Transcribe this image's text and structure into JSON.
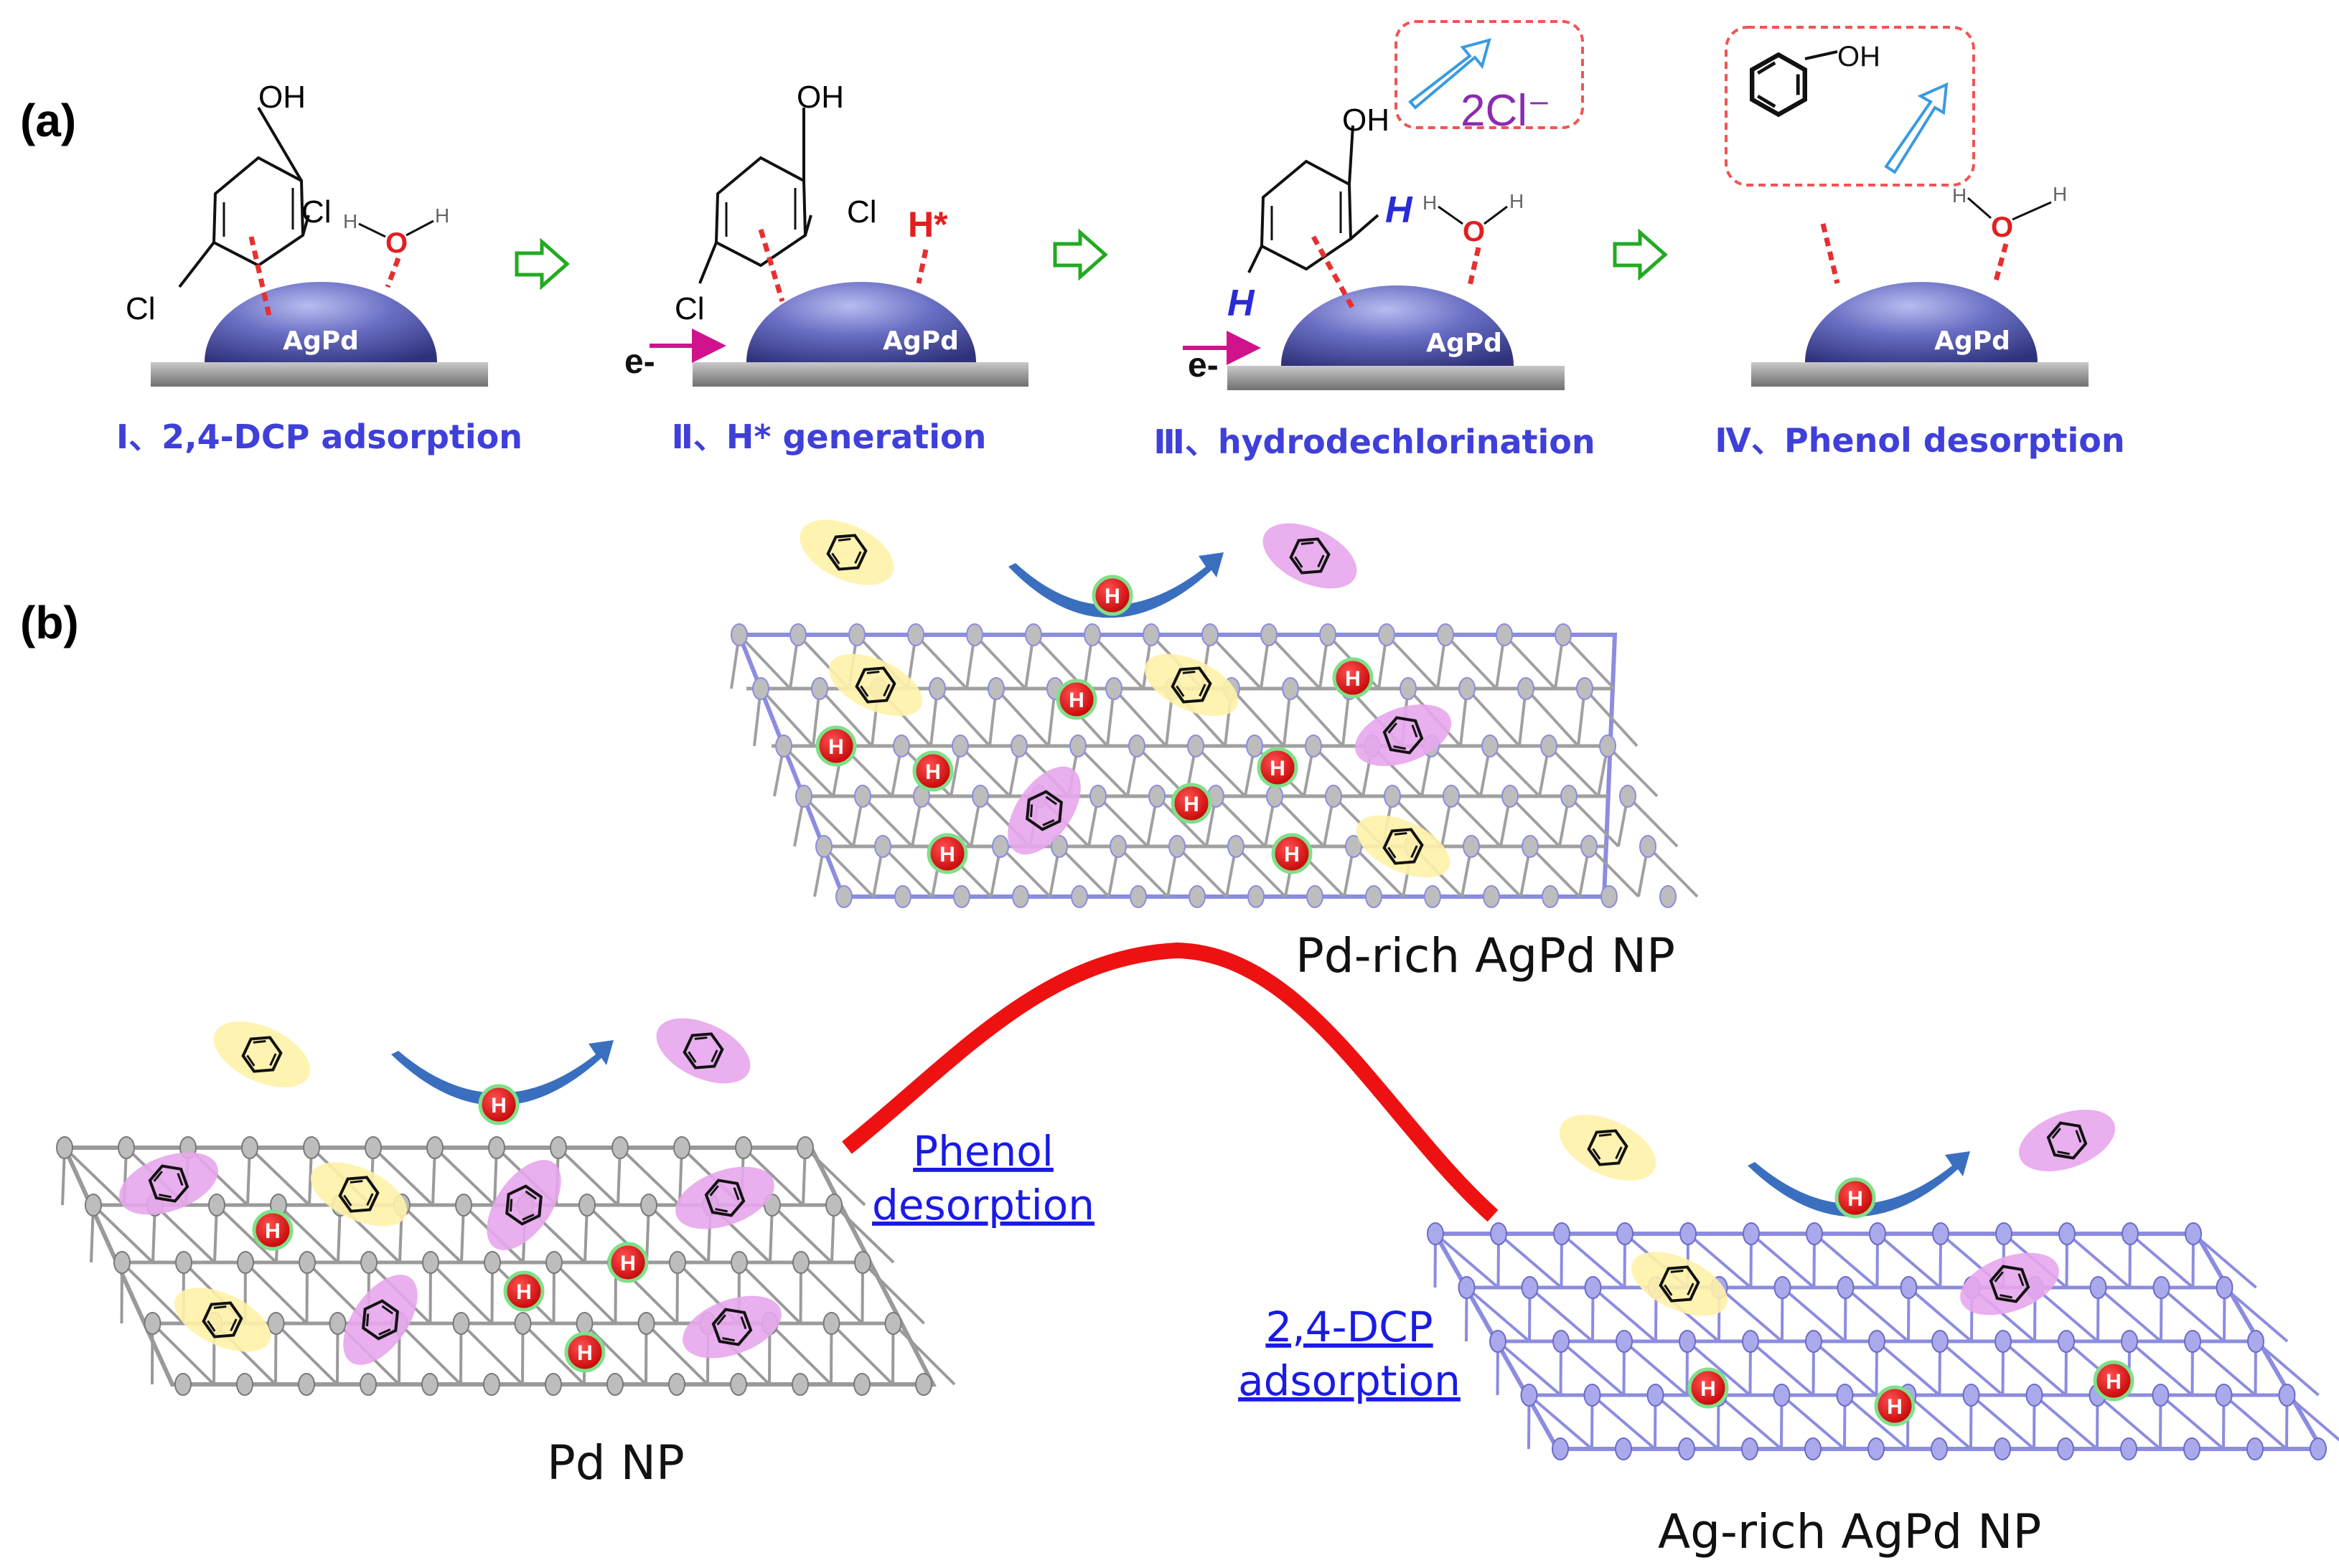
{
  "panel_a": {
    "label": "(a)",
    "steps": [
      {
        "label": "Ⅰ、2,4-DCP adsorption",
        "np": "AgPd"
      },
      {
        "label": "Ⅱ、H* generation",
        "np": "AgPd",
        "hstar": "H*",
        "electron": "e-"
      },
      {
        "label": "Ⅲ、hydrodechlorination",
        "np": "AgPd",
        "electron": "e-",
        "chloride": "2Cl⁻"
      },
      {
        "label": "Ⅳ、Phenol desorption",
        "np": "AgPd",
        "phenol_oh": "OH"
      }
    ],
    "atoms": {
      "oh": "OH",
      "cl": "Cl",
      "h": "H",
      "o": "O"
    }
  },
  "panel_b": {
    "label": "(b)",
    "np_labels": {
      "pd": "Pd NP",
      "pd_rich": "Pd-rich AgPd NP",
      "ag_rich": "Ag-rich AgPd NP"
    },
    "process_labels": {
      "phenol_line1": "Phenol",
      "phenol_line2": "desorption",
      "dcp_line1": "2,4-DCP",
      "dcp_line2": "adsorption"
    },
    "h_atom": "H"
  },
  "colors": {
    "np_fill": "#5a5fb4",
    "step_text": "#3f3fd9",
    "curve": "#ee1111",
    "arrow_green": "#22aa22",
    "electron_arrow": "#d0138c",
    "dashed_box": "#ee5555",
    "cl_ion": "#8a2db0",
    "h_circle": "#e01010",
    "pd_lattice": "#9a9a9a",
    "ag_lattice": "#8c8ce0"
  }
}
